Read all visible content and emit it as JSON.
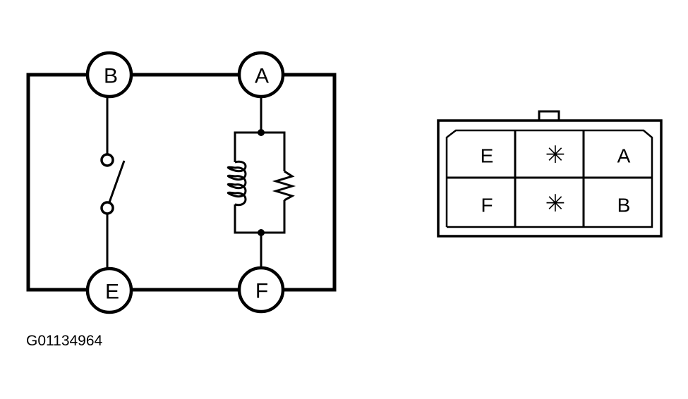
{
  "circuit": {
    "terminals": {
      "B": "B",
      "A": "A",
      "E": "E",
      "F": "F"
    }
  },
  "connector": {
    "rows": [
      [
        "E",
        "✳",
        "A"
      ],
      [
        "F",
        "✳",
        "B"
      ]
    ]
  },
  "caption": "G01134964"
}
